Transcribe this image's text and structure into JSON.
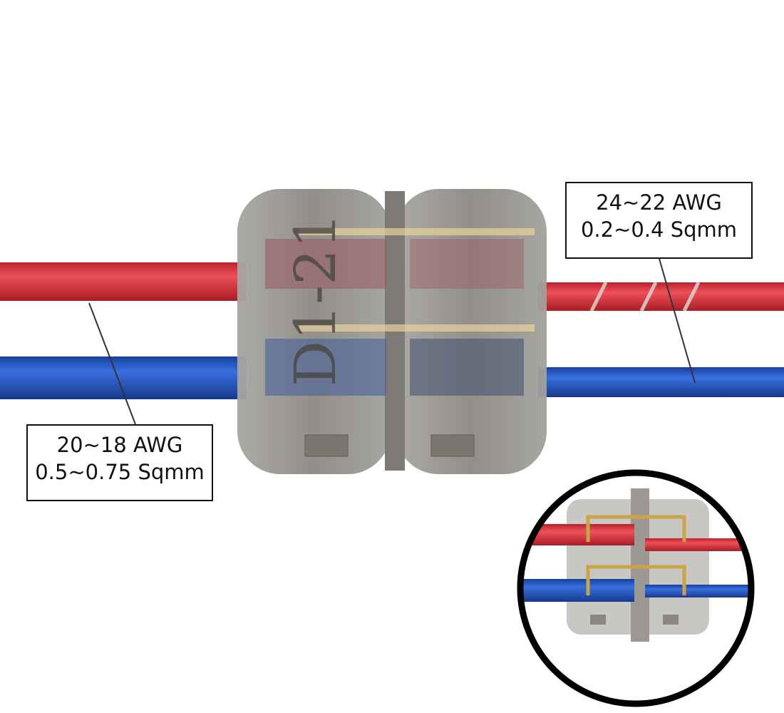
{
  "labels": {
    "thin_wire": {
      "gauge": "24~22 AWG",
      "area": "0.2~0.4 Sqmm"
    },
    "thick_wire": {
      "gauge": "20~18 AWG",
      "area": "0.5~0.75 Sqmm"
    }
  },
  "connector": {
    "model_marking": "D1-21"
  },
  "colors": {
    "red_wire": "#d7303a",
    "blue_wire": "#1f4fb8",
    "housing": "#8f8c88",
    "contact": "#c9a44a"
  }
}
